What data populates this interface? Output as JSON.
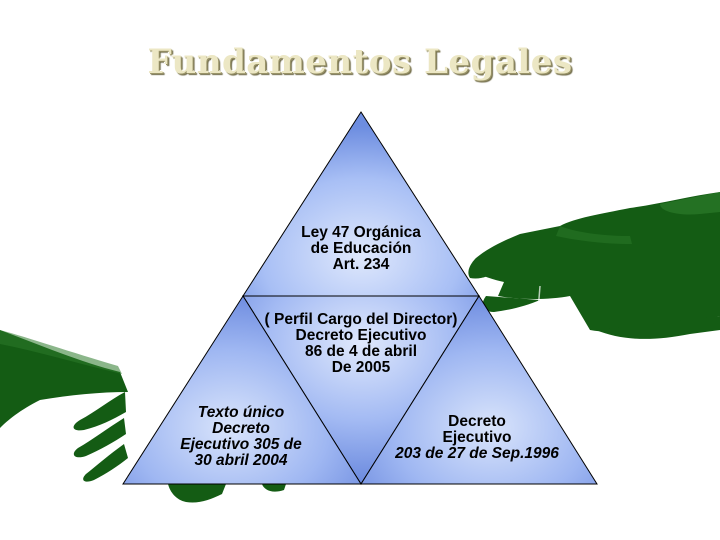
{
  "slide": {
    "title": "Fundamentos  Legales"
  },
  "diagram": {
    "top": {
      "lines": [
        "Ley 47 Orgánica",
        "de Educación",
        "Art. 234"
      ]
    },
    "middle": {
      "lines": [
        "( Perfil Cargo del Director)",
        "Decreto Ejecutivo",
        "86 de 4 de abril",
        "De 2005"
      ]
    },
    "left": {
      "lines": [
        "Texto único",
        "Decreto",
        "Ejecutivo 305 de",
        "30 abril 2004"
      ]
    },
    "right": {
      "lines": [
        "Decreto",
        "Ejecutivo",
        "203 de 27 de Sep.1996"
      ]
    }
  },
  "colors": {
    "triangle_light": "#d6e2fb",
    "triangle_dark": "#6f8fe3",
    "hands": "#145c14"
  }
}
